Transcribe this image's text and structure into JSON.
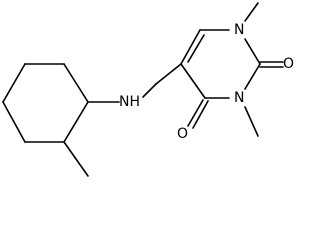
{
  "structure": {
    "atoms": {
      "n1": "N",
      "n3": "N",
      "o2": "O",
      "o4": "O",
      "amine": "NH"
    }
  }
}
